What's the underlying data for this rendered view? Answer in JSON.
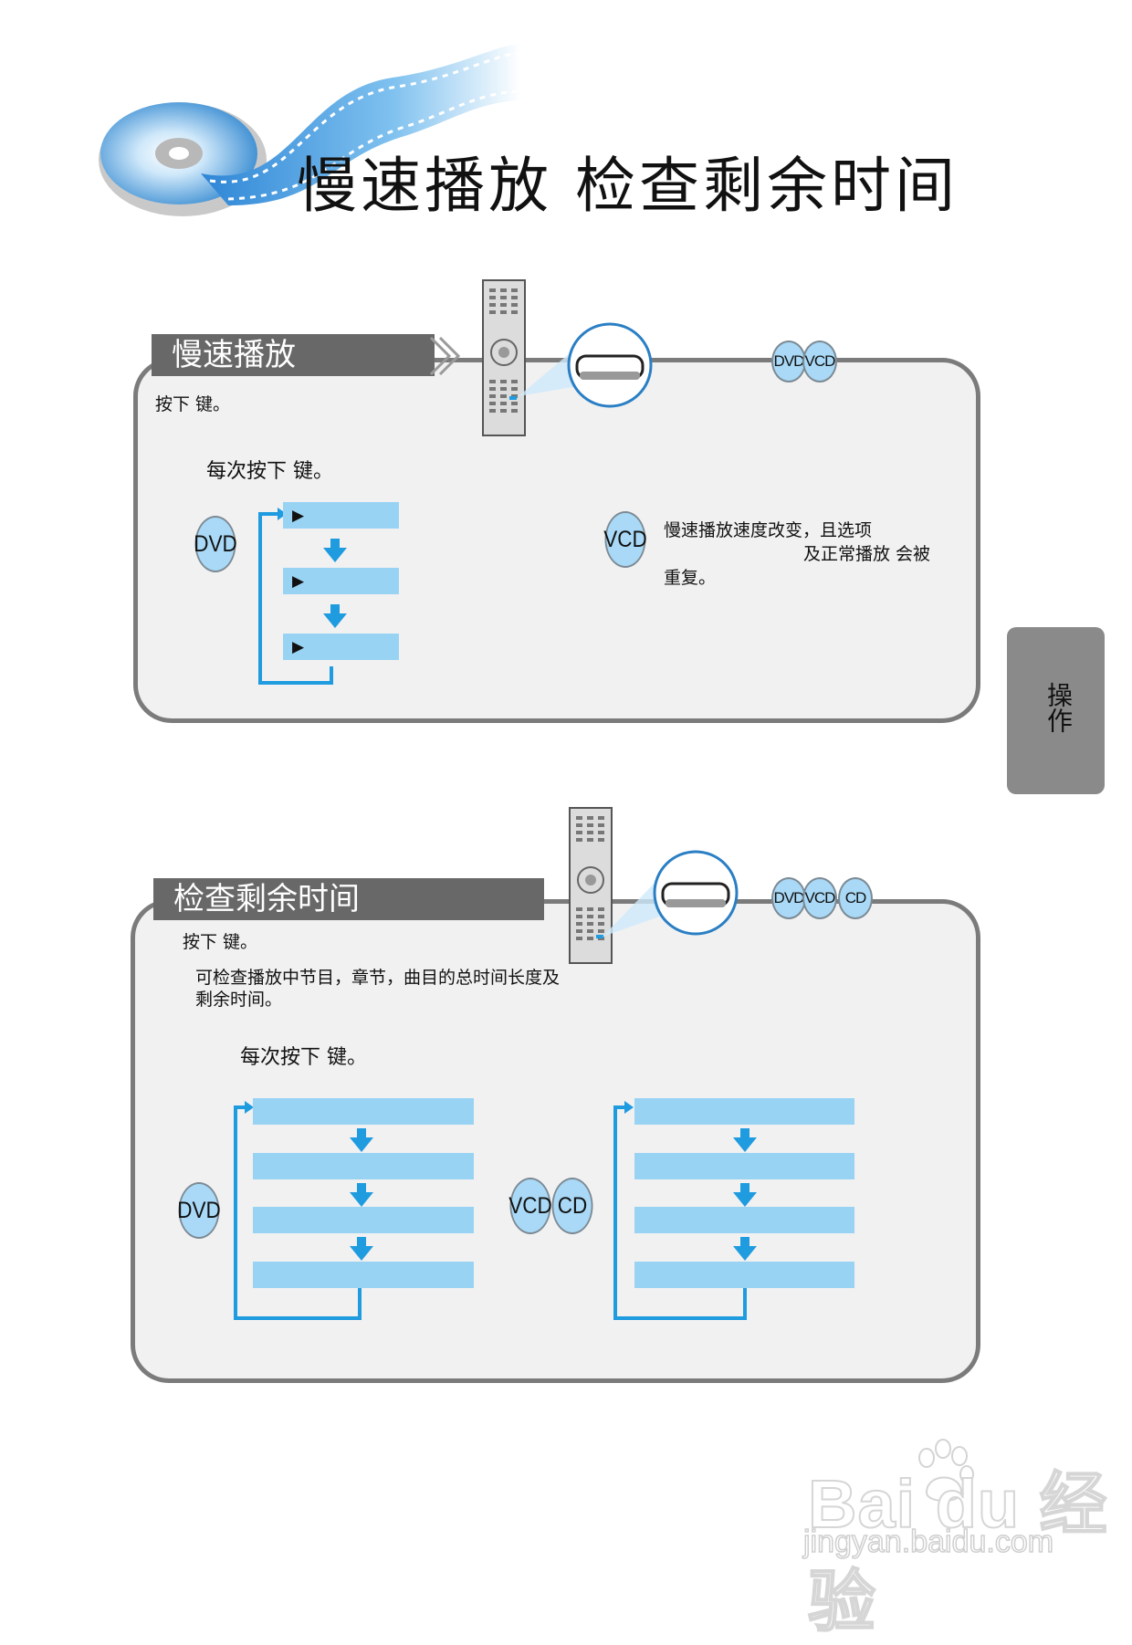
{
  "header": {
    "title": "慢速播放 检查剩余时间"
  },
  "side_tab": {
    "label": "操作"
  },
  "slow_play": {
    "section_title": "慢速播放",
    "instruction_1": "按下 键。",
    "instruction_2": "每次按下 键。",
    "disc_badges": [
      "DVD",
      "VCD"
    ],
    "dvd_label": "DVD",
    "sequence_icons": [
      "▶",
      "▶",
      "▶"
    ],
    "vcd_label": "VCD",
    "vcd_note_line1": "慢速播放速度改变，且选项",
    "vcd_note_line2": "及正常播放 会被",
    "vcd_note_line3": "重复。"
  },
  "remaining_time": {
    "section_title": "检查剩余时间",
    "instruction_1": "按下 键。",
    "description_line1": "可检查播放中节目，章节，曲目的总时间长度及",
    "description_line2": "剩余时间。",
    "instruction_2": "每次按下 键。",
    "disc_badges": [
      "DVD",
      "VCD",
      "CD"
    ],
    "dvd_label": "DVD",
    "vcd_label": "VCD",
    "cd_label": "CD"
  },
  "watermark": {
    "brand": "Bai du 经验",
    "url": "jingyan.baidu.com"
  },
  "colors": {
    "panel_bg": "#f1f1f1",
    "panel_border": "#7b7b7b",
    "bar_fill": "#99d3f4",
    "arrow_blue": "#1f9be0",
    "tab_gray": "#686868"
  }
}
